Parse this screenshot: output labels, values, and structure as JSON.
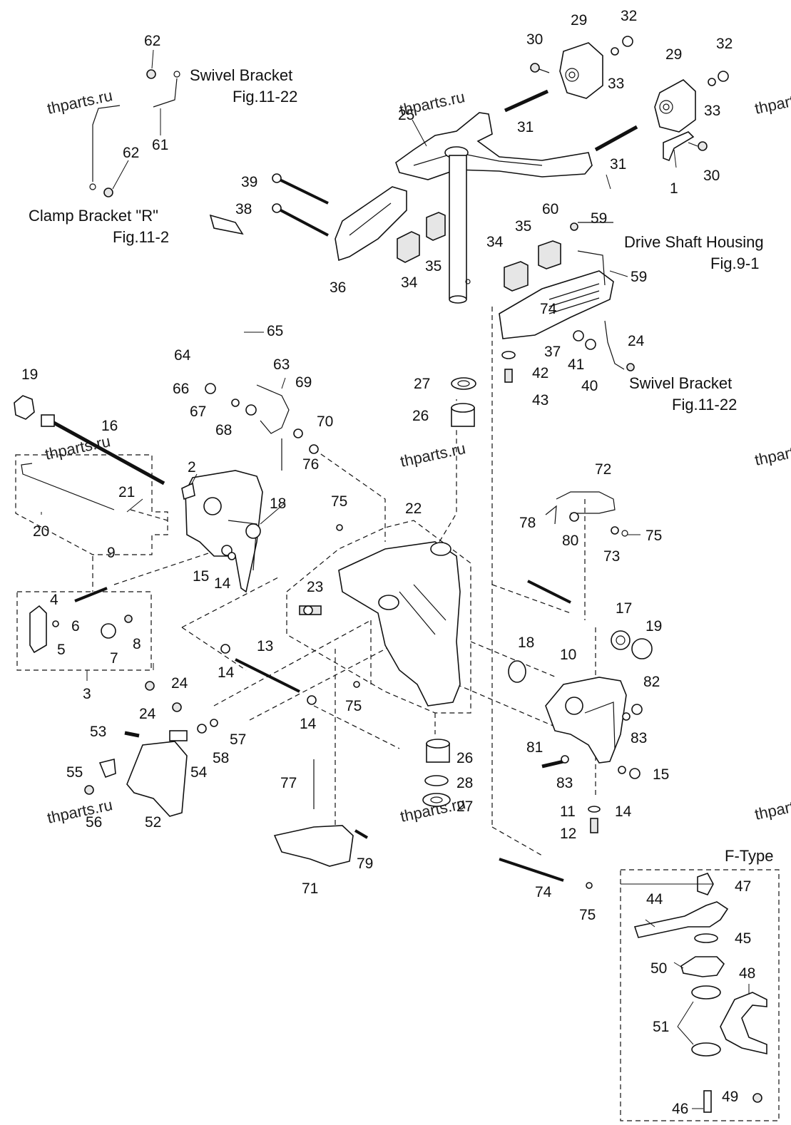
{
  "watermark": "thparts.ru",
  "references": {
    "swivel_bracket_top": "Swivel Bracket",
    "swivel_bracket_top_fig": "Fig.11-22",
    "clamp_bracket": "Clamp Bracket \"R\"",
    "clamp_bracket_fig": "Fig.11-2",
    "drive_shaft_housing": "Drive Shaft Housing",
    "drive_shaft_housing_fig": "Fig.9-1",
    "swivel_bracket_right": "Swivel Bracket",
    "swivel_bracket_right_fig": "Fig.11-22",
    "f_type": "F-Type"
  },
  "callouts": {
    "c1": "1",
    "c2": "2",
    "c3": "3",
    "c4": "4",
    "c5": "5",
    "c6": "6",
    "c7": "7",
    "c8": "8",
    "c9": "9",
    "c10": "10",
    "c11": "11",
    "c12": "12",
    "c13": "13",
    "c14a": "14",
    "c14b": "14",
    "c14c": "14",
    "c14d": "14",
    "c15a": "15",
    "c15b": "15",
    "c16": "16",
    "c17": "17",
    "c18a": "18",
    "c18b": "18",
    "c19a": "19",
    "c19b": "19",
    "c20": "20",
    "c21": "21",
    "c22": "22",
    "c23": "23",
    "c24a": "24",
    "c24b": "24",
    "c24c": "24",
    "c25": "25",
    "c26a": "26",
    "c26b": "26",
    "c27a": "27",
    "c27b": "27",
    "c28": "28",
    "c29a": "29",
    "c29b": "29",
    "c30a": "30",
    "c30b": "30",
    "c31a": "31",
    "c31b": "31",
    "c32a": "32",
    "c32b": "32",
    "c33a": "33",
    "c33b": "33",
    "c34a": "34",
    "c34b": "34",
    "c35a": "35",
    "c35b": "35",
    "c36": "36",
    "c37": "37",
    "c38": "38",
    "c39": "39",
    "c40": "40",
    "c41": "41",
    "c42": "42",
    "c43": "43",
    "c44": "44",
    "c45": "45",
    "c46": "46",
    "c47": "47",
    "c48": "48",
    "c49": "49",
    "c50": "50",
    "c51": "51",
    "c52": "52",
    "c53": "53",
    "c54": "54",
    "c55": "55",
    "c56": "56",
    "c57": "57",
    "c58": "58",
    "c59a": "59",
    "c59b": "59",
    "c60": "60",
    "c61": "61",
    "c62a": "62",
    "c62b": "62",
    "c63": "63",
    "c64": "64",
    "c65": "65",
    "c66": "66",
    "c67": "67",
    "c68": "68",
    "c69": "69",
    "c70": "70",
    "c71": "71",
    "c72": "72",
    "c73": "73",
    "c74a": "74",
    "c74b": "74",
    "c75a": "75",
    "c75b": "75",
    "c75c": "75",
    "c75d": "75",
    "c76": "76",
    "c77": "77",
    "c78": "78",
    "c79": "79",
    "c80": "80",
    "c81": "81",
    "c82": "82",
    "c83a": "83",
    "c83b": "83"
  }
}
